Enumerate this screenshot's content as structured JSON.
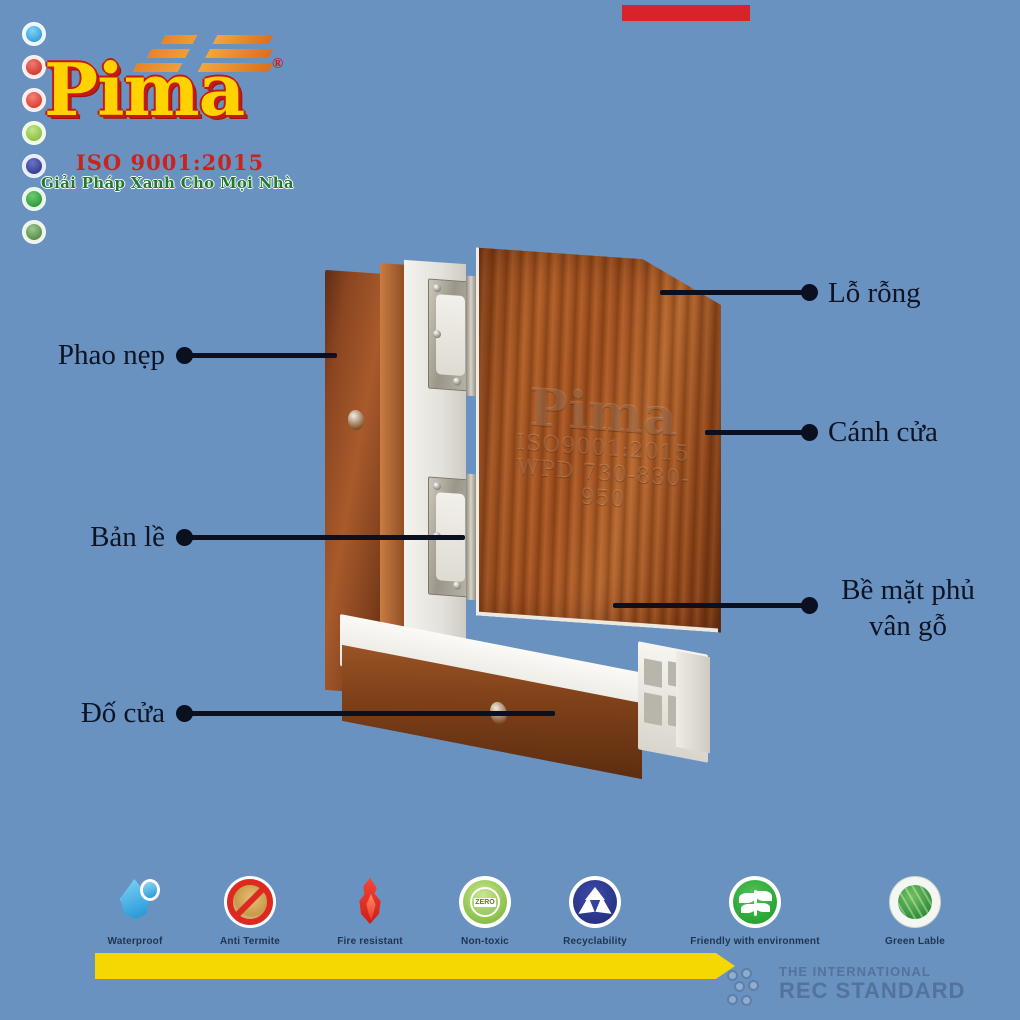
{
  "background_color": "#6a92c0",
  "brand": {
    "name": "Pima",
    "registered_mark": "®",
    "iso": "ISO 9001:2015",
    "slogan": "Giải Pháp Xanh Cho Mọi Nhà",
    "logo_mark_color": "#e8832a",
    "name_fill_color": "#ffd200",
    "name_outline_color": "#c41a14"
  },
  "mini_badges": [
    {
      "name": "waterproof-badge",
      "color": "#2ea3dd"
    },
    {
      "name": "anti-termite-badge",
      "color": "#d9352b"
    },
    {
      "name": "fire-resistant-badge",
      "color": "#e0342a"
    },
    {
      "name": "non-toxic-badge",
      "color": "#8dc63f"
    },
    {
      "name": "recyclability-badge",
      "color": "#2b3a8f"
    },
    {
      "name": "friendly-environment-badge",
      "color": "#27a031"
    },
    {
      "name": "green-label-badge",
      "color": "#1f8a3a"
    }
  ],
  "product": {
    "watermark_name": "Pima",
    "watermark_iso": "ISO9001:2015",
    "watermark_code": "WPD 730-830-950"
  },
  "callouts": [
    {
      "id": "lo-rong",
      "label": "Lỗ rỗng",
      "side": "right"
    },
    {
      "id": "canh-cua",
      "label": "Cánh cửa",
      "side": "right"
    },
    {
      "id": "be-mat-phu",
      "label": "Bề mặt phủ\nvân gỗ",
      "side": "right"
    },
    {
      "id": "phao-nep",
      "label": "Phao nẹp",
      "side": "left"
    },
    {
      "id": "ban-le",
      "label": "Bản lề",
      "side": "left"
    },
    {
      "id": "do-cua",
      "label": "Đố cửa",
      "side": "left"
    }
  ],
  "features": [
    {
      "id": "waterproof",
      "label": "Waterproof",
      "icon": "water-drop-icon",
      "color": "#2ea3dd"
    },
    {
      "id": "anti-termite",
      "label": "Anti Termite",
      "icon": "no-termite-icon",
      "color": "#d9352b"
    },
    {
      "id": "fire-resistant",
      "label": "Fire resistant",
      "icon": "flame-icon",
      "color": "#e0342a"
    },
    {
      "id": "non-toxic",
      "label": "Non-toxic",
      "icon": "non-toxic-icon",
      "color": "#8dc63f"
    },
    {
      "id": "recyclability",
      "label": "Recyclability",
      "icon": "recycle-icon",
      "color": "#2b3a8f"
    },
    {
      "id": "friendly-env",
      "label": "Friendly with environment",
      "icon": "leaf-plant-icon",
      "color": "#27a031"
    },
    {
      "id": "green-label",
      "label": "Green Lable",
      "icon": "green-globe-icon",
      "color": "#1f8a3a"
    }
  ],
  "footer": {
    "bar_yellow_color": "#f5d800",
    "bar_red_color": "#d8232a",
    "rec_line1": "THE INTERNATIONAL",
    "rec_line2": "REC STANDARD"
  }
}
